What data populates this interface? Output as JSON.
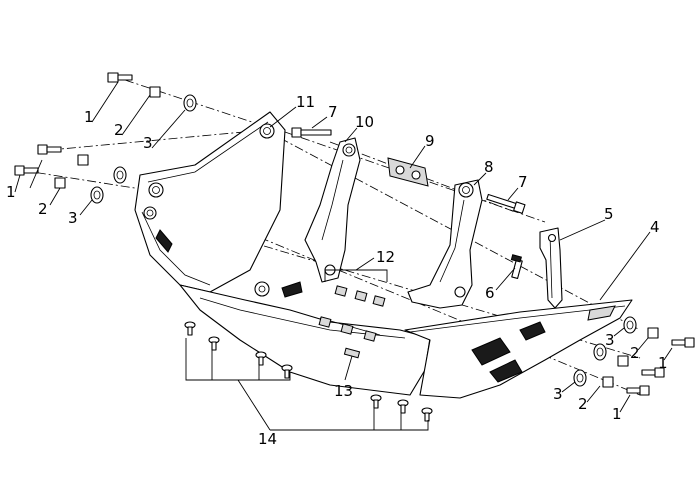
{
  "callouts": {
    "c1_upper": "1",
    "c2_upper": "2",
    "c3_upper": "3",
    "c1_mid": "1",
    "c2_mid": "2",
    "c3_mid": "3",
    "c11": "11",
    "c7_upper": "7",
    "c10": "10",
    "c9": "9",
    "c8": "8",
    "c7_right": "7",
    "c5": "5",
    "c4": "4",
    "c12": "12",
    "c6": "6",
    "c3_right": "3",
    "c2_right": "2",
    "c1_right": "1",
    "c3_low": "3",
    "c2_low": "2",
    "c1_low": "1",
    "c13": "13",
    "c14": "14"
  }
}
